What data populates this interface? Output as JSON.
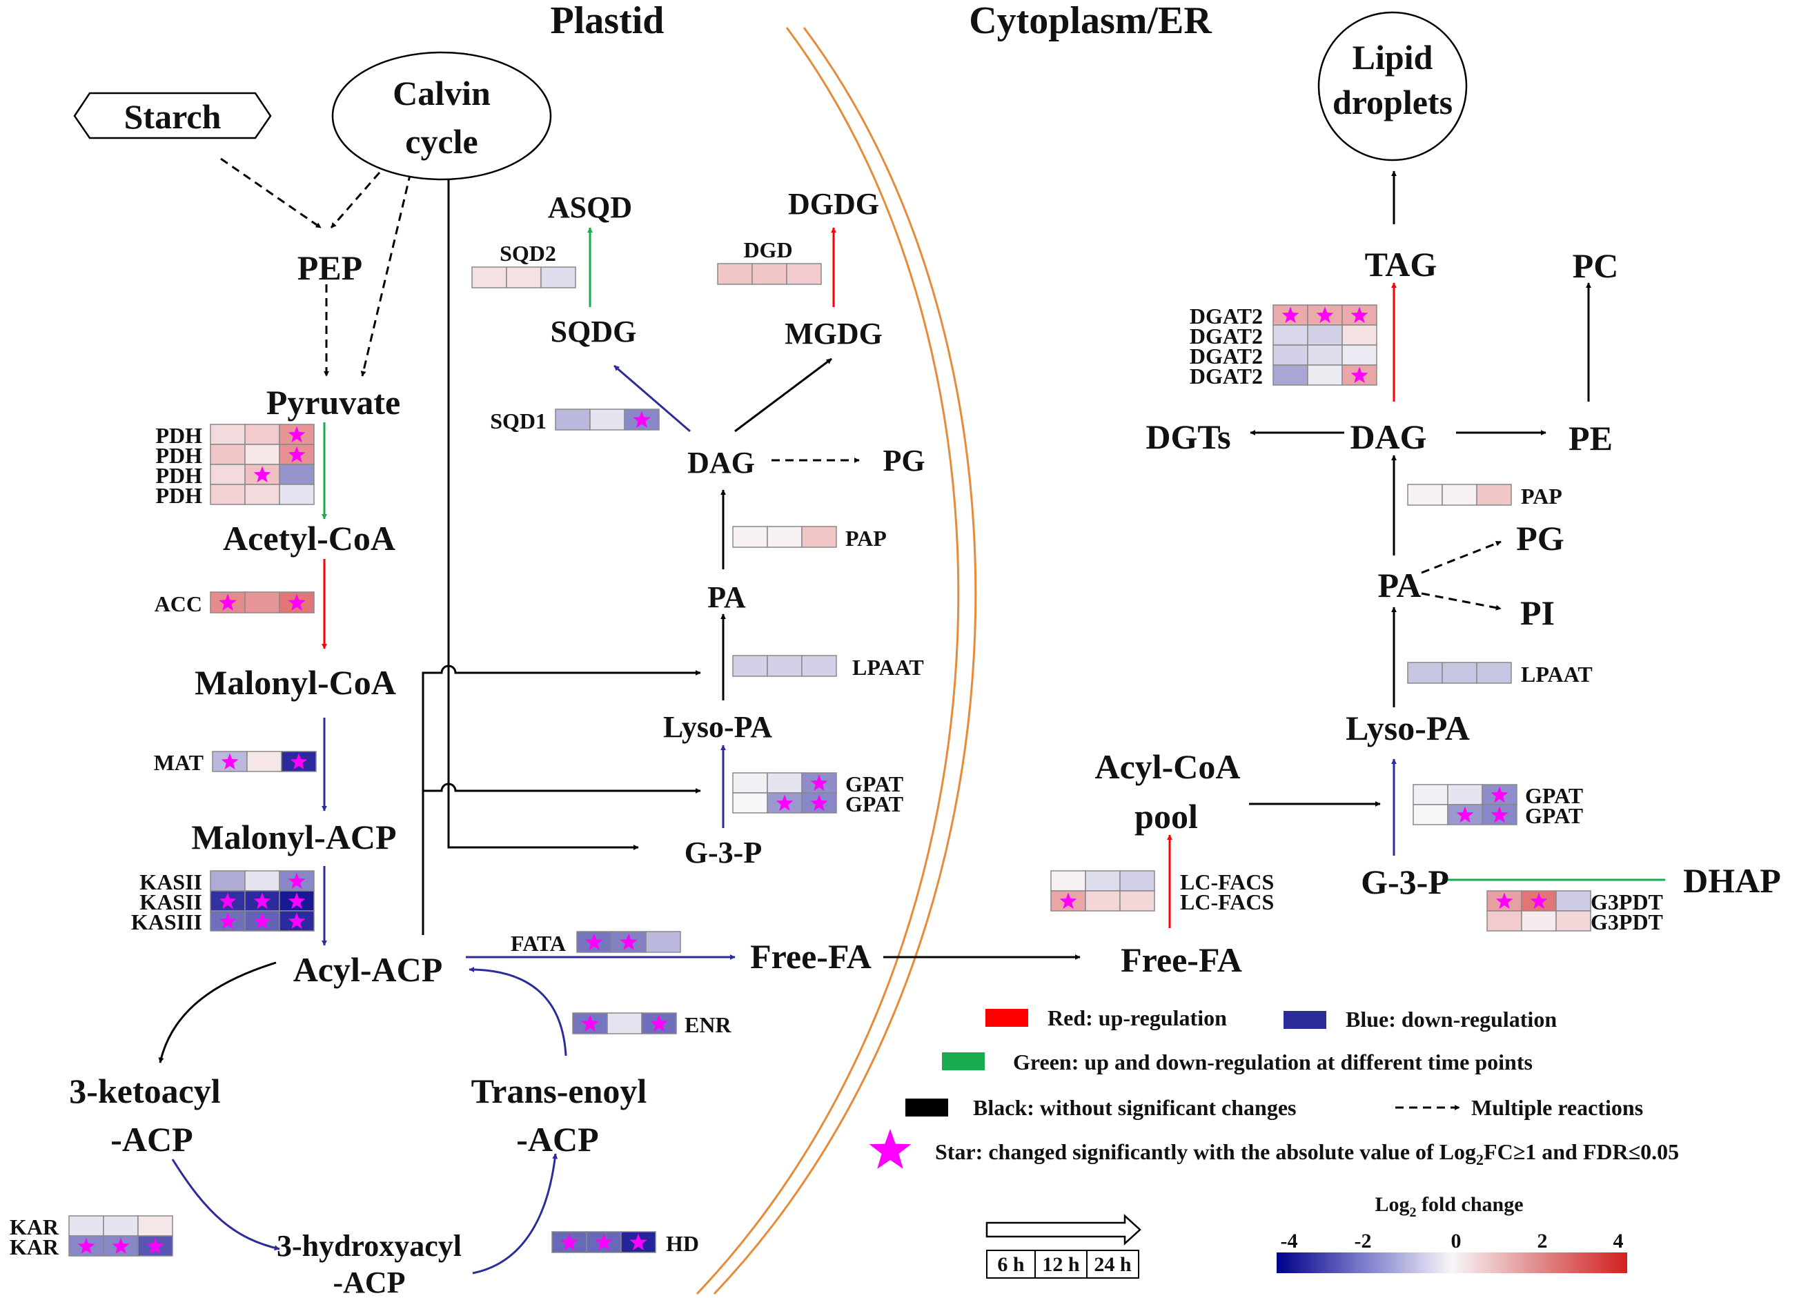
{
  "colors": {
    "up": "#ff0000",
    "down": "#2b2b9a",
    "mixed": "#1aab4f",
    "none": "#000000",
    "star": "#ff00ff",
    "membrane": "#e58b3a"
  },
  "compartments": {
    "plastid": "Plastid",
    "cytoplasm": "Cytoplasm/ER"
  },
  "metabolites": {
    "starch": "Starch",
    "calvin1": "Calvin",
    "calvin2": "cycle",
    "pep": "PEP",
    "pyruvate": "Pyruvate",
    "acetylcoa": "Acetyl-CoA",
    "malonylcoa": "Malonyl-CoA",
    "malonylacp": "Malonyl-ACP",
    "acylacp": "Acyl-ACP",
    "ketoacyl1": "3-ketoacyl",
    "ketoacyl2": "-ACP",
    "transenoyl1": "Trans-enoyl",
    "transenoyl2": "-ACP",
    "hydroxyacyl1": "3-hydroxyacyl",
    "hydroxyacyl2": "-ACP",
    "asqd": "ASQD",
    "sqdg": "SQDG",
    "dgdg": "DGDG",
    "mgdg": "MGDG",
    "dag_p": "DAG",
    "pg_p": "PG",
    "pa_p": "PA",
    "lysopa_p": "Lyso-PA",
    "g3p_p": "G-3-P",
    "freefa_p": "Free-FA",
    "lipid1": "Lipid",
    "lipid2": "droplets",
    "tag": "TAG",
    "pc": "PC",
    "dgts": "DGTs",
    "dag_c": "DAG",
    "pe": "PE",
    "pg_c": "PG",
    "pa_c": "PA",
    "pi": "PI",
    "lysopa_c": "Lyso-PA",
    "acylcoa1": "Acyl-CoA",
    "acylcoa2": "pool",
    "g3p_c": "G-3-P",
    "dhap": "DHAP",
    "freefa_c": "Free-FA"
  },
  "genes": [
    {
      "name": "PDH",
      "values": [
        0.5,
        0.8,
        1.8
      ],
      "stars": [
        false,
        false,
        true
      ]
    },
    {
      "name": "PDH",
      "values": [
        0.9,
        0.3,
        1.9
      ],
      "stars": [
        false,
        false,
        true
      ]
    },
    {
      "name": "PDH",
      "values": [
        0.5,
        1.0,
        -1.6
      ],
      "stars": [
        false,
        true,
        false
      ]
    },
    {
      "name": "PDH",
      "values": [
        0.7,
        0.5,
        -0.3
      ],
      "stars": [
        false,
        false,
        false
      ]
    },
    {
      "name": "ACC",
      "values": [
        2.0,
        1.8,
        2.4
      ],
      "stars": [
        true,
        false,
        true
      ]
    },
    {
      "name": "MAT",
      "values": [
        -1.0,
        0.3,
        -3.3
      ],
      "stars": [
        true,
        false,
        true
      ]
    },
    {
      "name": "KASII",
      "values": [
        -1.2,
        -0.3,
        -1.8
      ],
      "stars": [
        false,
        false,
        true
      ]
    },
    {
      "name": "KASII",
      "values": [
        -3.2,
        -3.3,
        -3.6
      ],
      "stars": [
        true,
        true,
        true
      ]
    },
    {
      "name": "KASIII",
      "values": [
        -2.2,
        -2.4,
        -3.3
      ],
      "stars": [
        true,
        true,
        true
      ]
    },
    {
      "name": "FATA",
      "values": [
        -2.1,
        -1.9,
        -1.0
      ],
      "stars": [
        true,
        true,
        false
      ]
    },
    {
      "name": "ENR",
      "values": [
        -2.1,
        -0.3,
        -2.2
      ],
      "stars": [
        true,
        false,
        true
      ]
    },
    {
      "name": "KAR",
      "values": [
        -0.3,
        -0.3,
        0.3
      ],
      "stars": [
        false,
        false,
        false
      ]
    },
    {
      "name": "KAR",
      "values": [
        -1.8,
        -1.8,
        -2.6
      ],
      "stars": [
        true,
        true,
        true
      ]
    },
    {
      "name": "HD",
      "values": [
        -2.3,
        -2.3,
        -3.4
      ],
      "stars": [
        true,
        true,
        true
      ]
    },
    {
      "name": "SQD2",
      "values": [
        0.4,
        0.4,
        -0.4
      ],
      "stars": [
        false,
        false,
        false
      ]
    },
    {
      "name": "DGD",
      "values": [
        0.9,
        0.9,
        0.8
      ],
      "stars": [
        false,
        false,
        false
      ]
    },
    {
      "name": "SQD1",
      "values": [
        -1.0,
        -0.3,
        -1.8
      ],
      "stars": [
        false,
        false,
        true
      ]
    },
    {
      "name": "PAP",
      "values": [
        0.1,
        0.1,
        0.9
      ],
      "stars": [
        false,
        false,
        false
      ]
    },
    {
      "name": "LPAAT",
      "values": [
        -0.6,
        -0.6,
        -0.6
      ],
      "stars": [
        false,
        false,
        false
      ]
    },
    {
      "name": "GPAT",
      "values": [
        -0.1,
        -0.3,
        -1.7
      ],
      "stars": [
        false,
        false,
        true
      ]
    },
    {
      "name": "GPAT",
      "values": [
        0.0,
        -1.5,
        -1.8
      ],
      "stars": [
        false,
        true,
        true
      ]
    },
    {
      "name": "DGAT2",
      "values": [
        1.4,
        1.4,
        1.4
      ],
      "stars": [
        true,
        true,
        true
      ]
    },
    {
      "name": "DGAT2",
      "values": [
        -0.5,
        -0.6,
        0.4
      ],
      "stars": [
        false,
        false,
        false
      ]
    },
    {
      "name": "DGAT2",
      "values": [
        -0.6,
        -0.4,
        -0.2
      ],
      "stars": [
        false,
        false,
        false
      ]
    },
    {
      "name": "DGAT2",
      "values": [
        -1.3,
        -0.2,
        1.5
      ],
      "stars": [
        false,
        false,
        true
      ]
    },
    {
      "name": "PAP",
      "values": [
        0.1,
        0.1,
        0.9
      ],
      "stars": [
        false,
        false,
        false
      ]
    },
    {
      "name": "LPAAT",
      "values": [
        -0.8,
        -0.8,
        -0.8
      ],
      "stars": [
        false,
        false,
        false
      ]
    },
    {
      "name": "GPAT",
      "values": [
        -0.1,
        -0.3,
        -1.7
      ],
      "stars": [
        false,
        false,
        true
      ]
    },
    {
      "name": "GPAT",
      "values": [
        0.0,
        -1.5,
        -1.8
      ],
      "stars": [
        false,
        true,
        true
      ]
    },
    {
      "name": "LC-FACS",
      "values": [
        0.1,
        -0.4,
        -0.6
      ],
      "stars": [
        false,
        false,
        false
      ]
    },
    {
      "name": "LC-FACS",
      "values": [
        1.5,
        0.6,
        0.6
      ],
      "stars": [
        true,
        false,
        false
      ]
    },
    {
      "name": "G3PDT",
      "values": [
        1.6,
        2.4,
        -0.7
      ],
      "stars": [
        true,
        true,
        false
      ]
    },
    {
      "name": "G3PDT",
      "values": [
        0.8,
        0.2,
        0.6
      ],
      "stars": [
        false,
        false,
        false
      ]
    }
  ],
  "legend": {
    "red": "Red: up-regulation",
    "blue": "Blue: down-regulation",
    "green": "Green: up and down-regulation at different time points",
    "black": "Black: without significant changes",
    "multi": "Multiple reactions",
    "star_pre": "Star: changed significantly with  the absolute value of Log",
    "star_sub": "2",
    "star_post": "FC≥1 and FDR≤0.05",
    "time": [
      "6 h",
      "12 h",
      "24 h"
    ],
    "scale_title_pre": "Log",
    "scale_title_sub": "2",
    "scale_title_post": "  fold change",
    "scale_ticks": [
      "-4",
      "-2",
      "0",
      "2",
      "4"
    ]
  }
}
